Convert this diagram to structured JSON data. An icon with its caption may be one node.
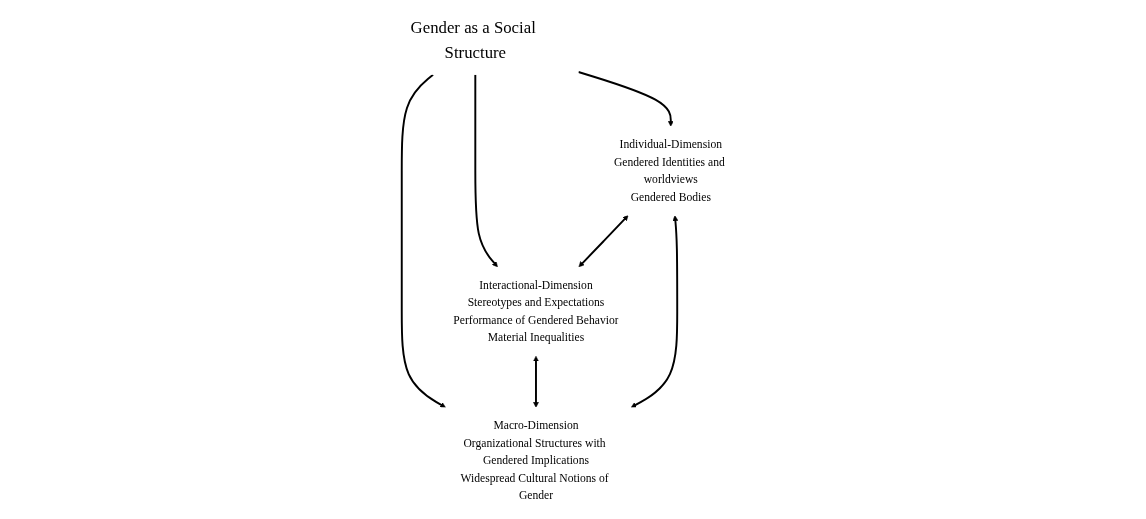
{
  "diagram": {
    "nodes": [
      {
        "text": [
          "Gender as a Social Structure"
        ]
      },
      {
        "text": [
          "Individual-Dimension",
          "Gendered Identities and worldviews",
          "Gendered Bodies"
        ]
      },
      {
        "text": [
          "Interactional-Dimension",
          "Stereotypes and Expectations",
          "Performance of Gendered Behavior",
          "Material Inequalities"
        ]
      },
      {
        "text": [
          "Macro-Dimension",
          "Organizational Structures with Gendered Implications",
          "Widespread Cultural Notions of Gender"
        ]
      }
    ],
    "edges": [
      {
        "from": 0,
        "to": 1,
        "arrow": "to"
      },
      {
        "from": 0,
        "to": 2,
        "arrow": "to"
      },
      {
        "from": 0,
        "to": 3,
        "arrow": "to"
      },
      {
        "from": 1,
        "to": 2,
        "arrow": "both"
      },
      {
        "from": 2,
        "to": 3,
        "arrow": "both"
      },
      {
        "from": 1,
        "to": 3,
        "arrow": "both"
      }
    ]
  }
}
